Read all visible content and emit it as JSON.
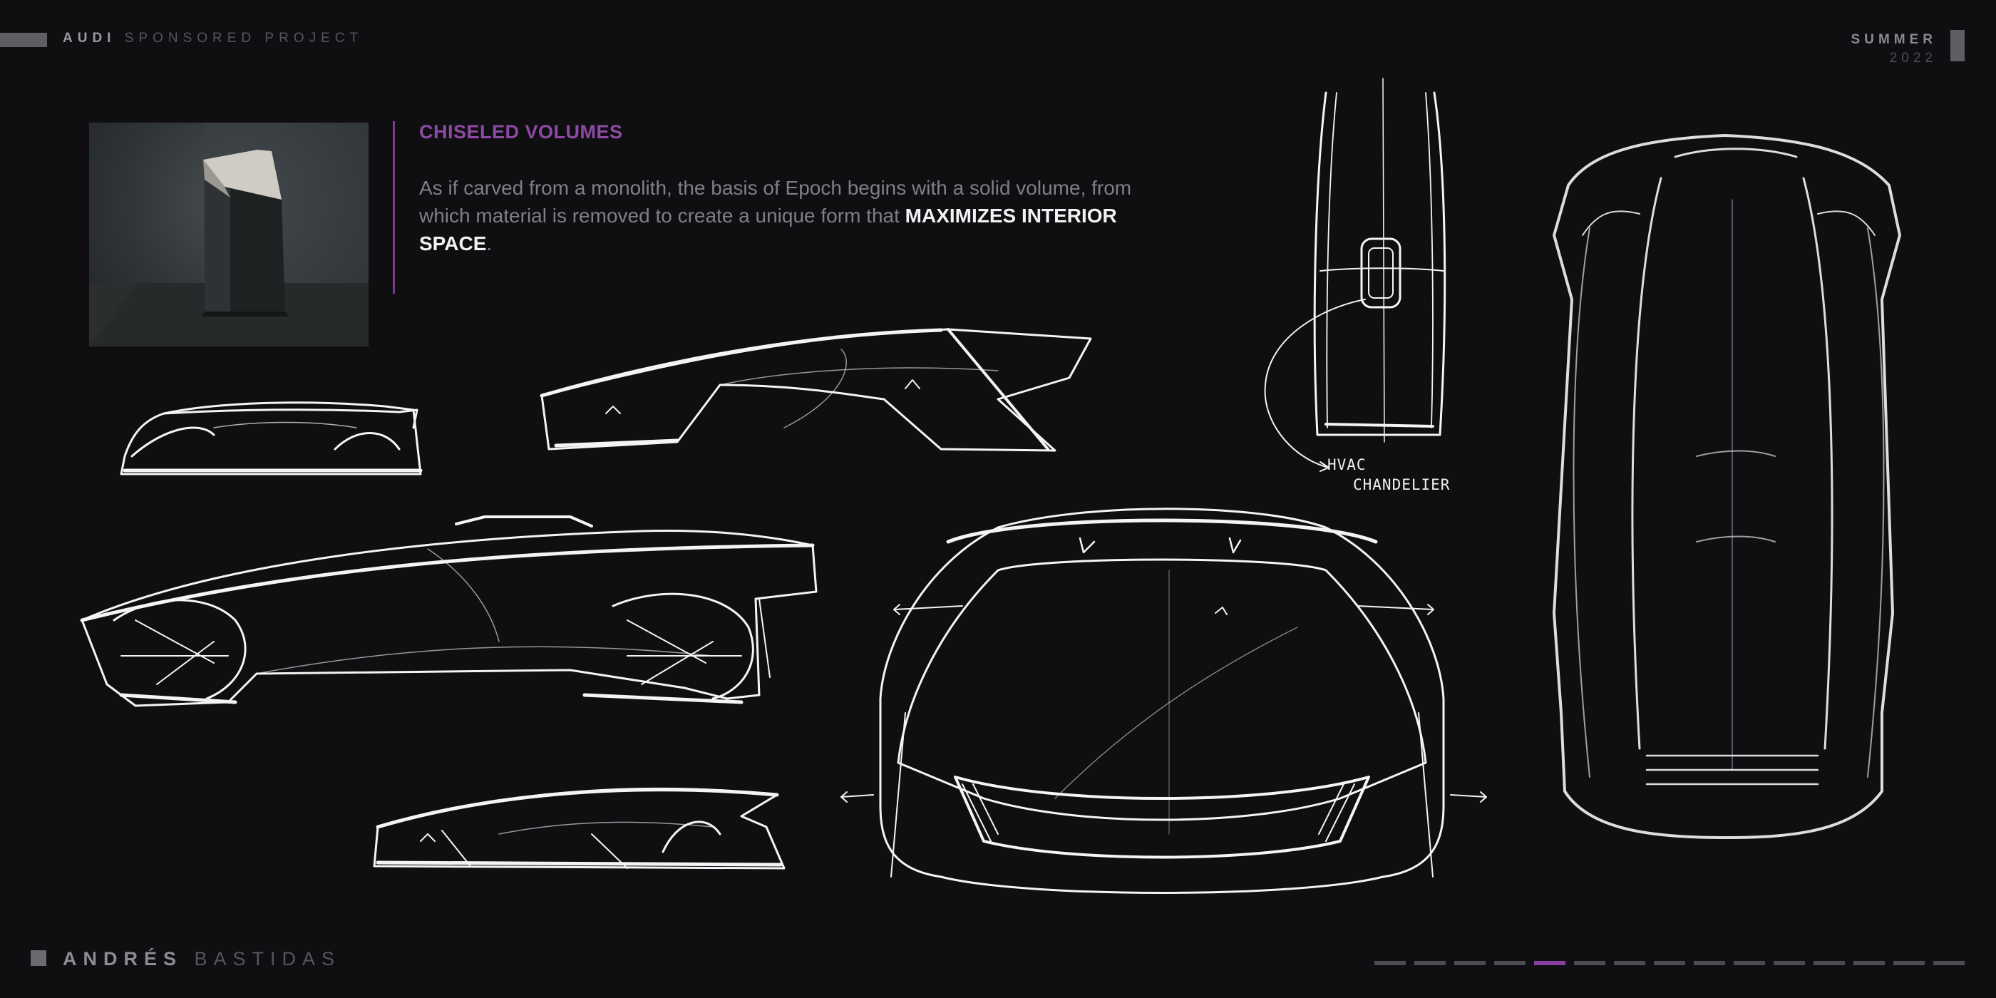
{
  "header": {
    "brand": "AUDI",
    "subtitle": "SPONSORED PROJECT",
    "season": "SUMMER",
    "year": "2022"
  },
  "section": {
    "heading": "CHISELED VOLUMES",
    "body_pre": "As if carved from a monolith, the basis of Epoch begins with a solid volume, from which material is removed to create a unique form that ",
    "body_emphasis": "MAXIMIZES INTERIOR SPACE",
    "body_post": "."
  },
  "annotation": {
    "line1": "HVAC",
    "line2": "CHANDELIER"
  },
  "footer": {
    "first_name": "ANDRÉS",
    "last_name": "BASTIDAS"
  },
  "pagination": {
    "total": 15,
    "current": 5
  },
  "colors": {
    "background": "#0f0f12",
    "accent": "#8e4aa3",
    "sketch": "#f4f4f6"
  }
}
